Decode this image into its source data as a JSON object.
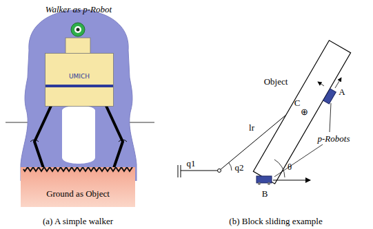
{
  "diagram": {
    "nodes": [
      {
        "text": [
          "Walker as p-Robot"
        ]
      },
      {
        "text": [
          "UMICH"
        ],
        "in": 0
      },
      {
        "text": [
          "Ground as Object"
        ]
      }
    ],
    "labels": [
      "Object",
      "C",
      "⊕",
      "A",
      "B",
      "p-Robots",
      "q1",
      "q2",
      "θ",
      "lr",
      "(a) A simple walker",
      "(b) Block sliding example"
    ]
  }
}
